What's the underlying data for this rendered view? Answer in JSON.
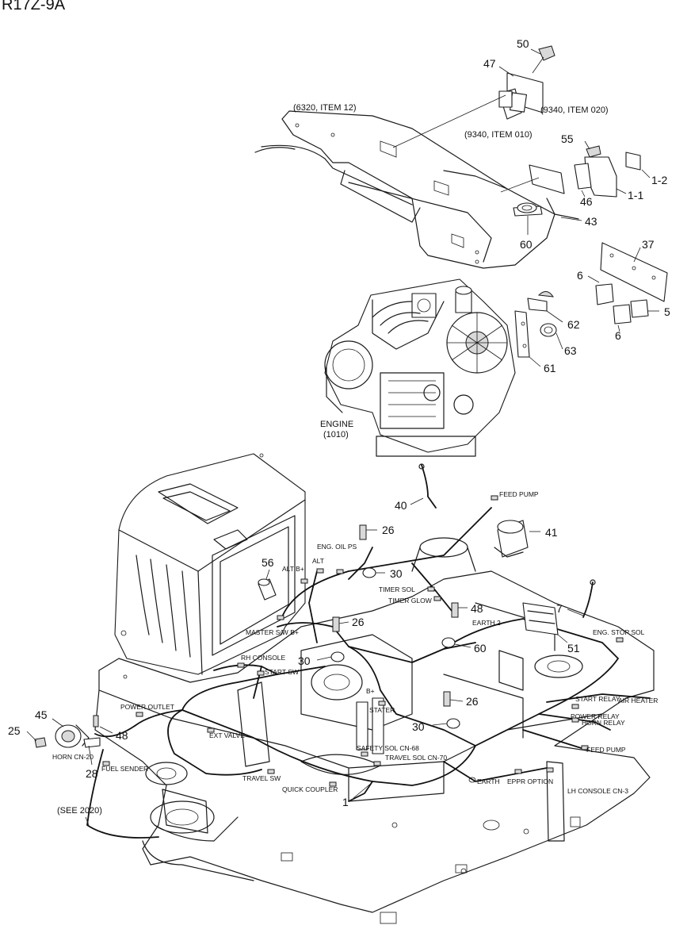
{
  "title": "R17Z-9A",
  "references": {
    "item12": "(6320, ITEM 12)",
    "item020": "(9340, ITEM 020)",
    "item010": "(9340, ITEM 010)",
    "see2020": "(SEE 2020)",
    "engine": "ENGINE",
    "engine_code": "(1010)"
  },
  "part_numbers": {
    "p50": "50",
    "p47": "47",
    "p55": "55",
    "p1_2": "1-2",
    "p1_1": "1-1",
    "p46": "46",
    "p43": "43",
    "p60a": "60",
    "p37": "37",
    "p6a": "6",
    "p5": "5",
    "p6b": "6",
    "p62": "62",
    "p63": "63",
    "p61": "61",
    "p40": "40",
    "p26a": "26",
    "p41": "41",
    "p56": "56",
    "p30a": "30",
    "p7": "7",
    "p48a": "48",
    "p26b": "26",
    "p60b": "60",
    "p51": "51",
    "p30b": "30",
    "p26c": "26",
    "p45": "45",
    "p25": "25",
    "p48b": "48",
    "p28": "28",
    "p30c": "30",
    "p1": "1"
  },
  "harness_labels": {
    "feed_pump_top": "FEED PUMP",
    "eng_oil_ps": "ENG. OIL PS",
    "alt_b": "ALT B+",
    "alt": "ALT",
    "timer_sol": "TIMER SOL",
    "timer_glow": "TIMER GLOW",
    "earth2": "EARTH 2",
    "master_sw": "MASTER S/W B+",
    "eng_stop_sol": "ENG. STOP SOL",
    "rh_console": "RH CONSOLE",
    "start_sw": "START SW",
    "power_outlet": "POWER OUTLET",
    "stater": "STATER",
    "b_plus": "B+",
    "start_relay": "START RELAY",
    "air_heater": "AIR HEATER",
    "power_relay": "POWER RELAY",
    "horn_relay": "HORN RELAY",
    "horn_cn": "HORN CN-20",
    "ext_valve": "EXT VALVE",
    "fuel_sender": "FUEL SENDER",
    "safety_sol": "SAFETY SOL CN-68",
    "travel_sol": "TRAVEL SOL CN-70",
    "feed_pump_bottom": "FEED PUMP",
    "travel_sw": "TRAVEL SW",
    "earth": "EARTH",
    "epr_option": "EPPR OPTION",
    "lh_console": "LH CONSOLE CN-3",
    "quick_coupler": "QUICK COUPLER"
  }
}
